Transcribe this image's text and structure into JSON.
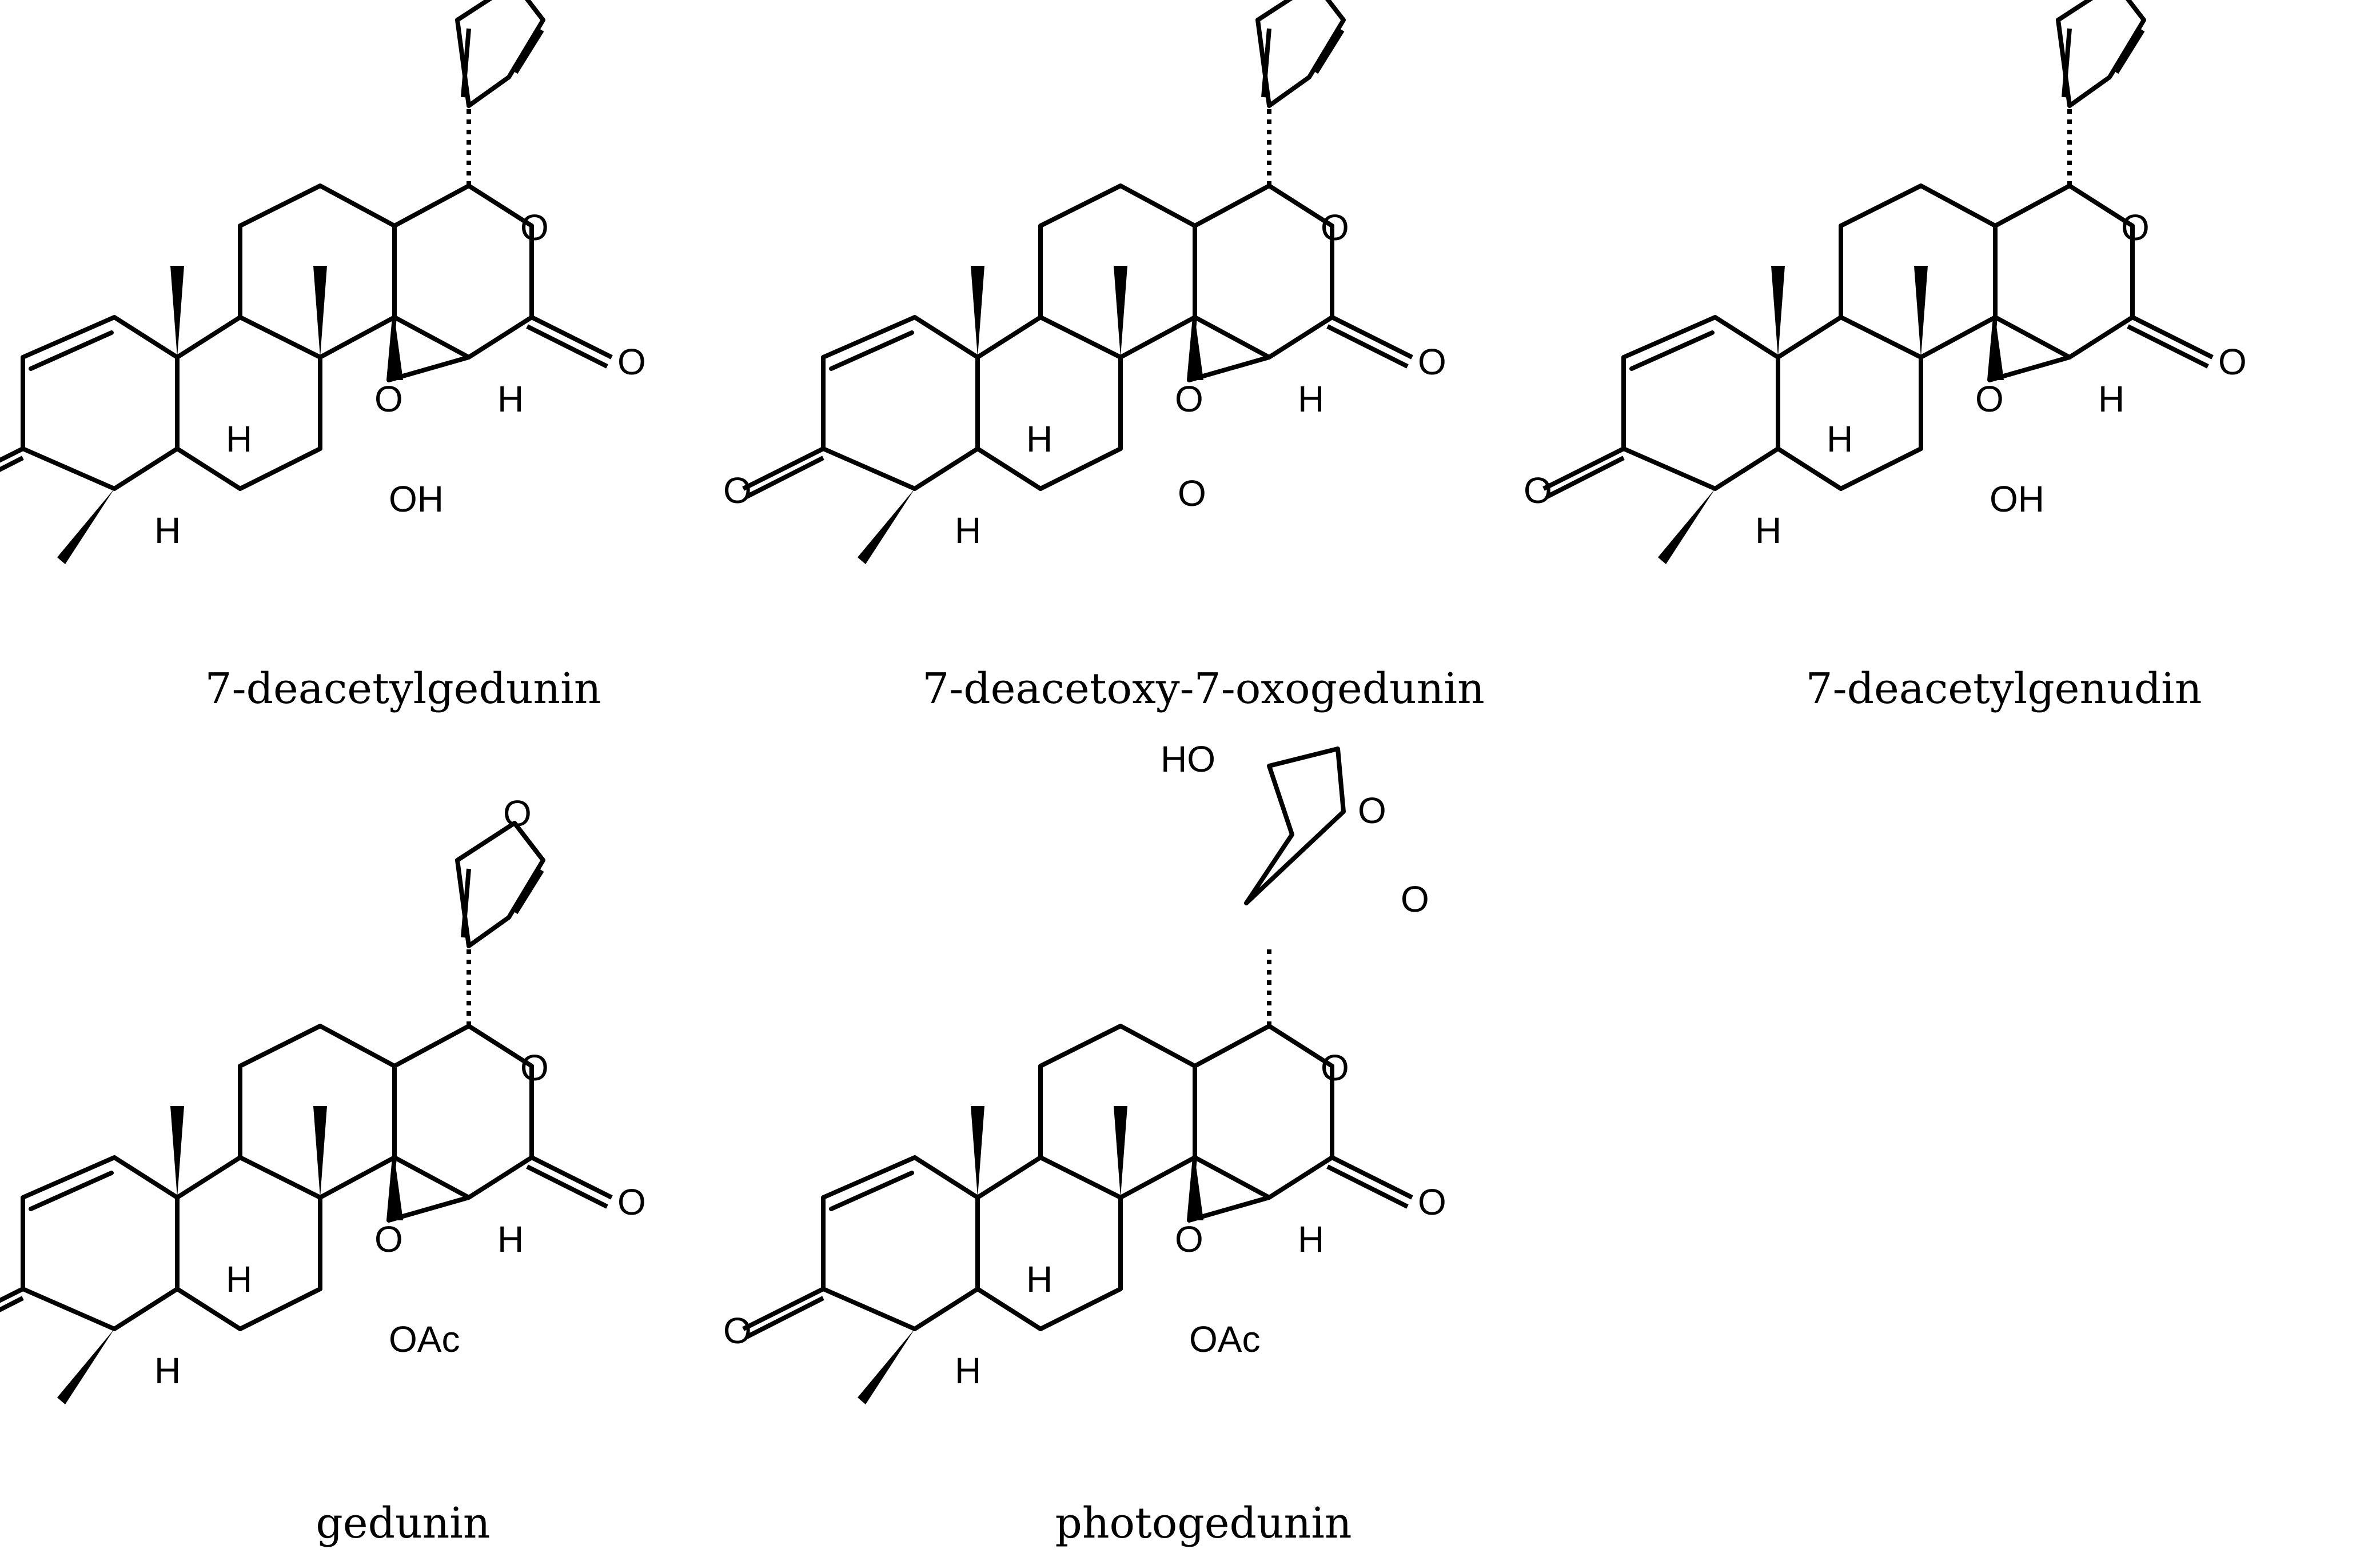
{
  "compounds": [
    {
      "name": "7-deacetylgedunin",
      "c7": "OH",
      "c7_type": "hashed_sub",
      "side": "furan"
    },
    {
      "name": "7-deacetoxy-7-oxogedunin",
      "c7": "O",
      "c7_type": "keto",
      "side": "furan"
    },
    {
      "name": "7-deacetylgenudin",
      "c7": "OH",
      "c7_type": "hashed_sub",
      "side": "furan"
    },
    {
      "name": "gedunin",
      "c7": "OAc",
      "c7_type": "hashed_sub",
      "side": "furan"
    },
    {
      "name": "photogedunin",
      "c7": "OAc",
      "c7_type": "hashed_sub",
      "side": "hydroxybutenolide"
    }
  ],
  "atom_labels": {
    "oxygen": "O",
    "hydrogen": "H",
    "hydroxy_side": "HO"
  },
  "colors": {
    "ink": "#000000",
    "background": "#ffffff"
  }
}
